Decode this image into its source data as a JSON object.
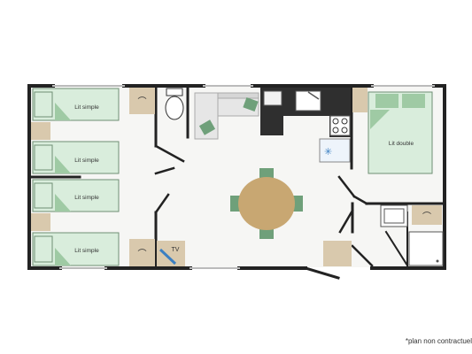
{
  "colors": {
    "floor": "#f6f6f4",
    "wall": "#222222",
    "bed_fill": "#d9eddc",
    "bed_stroke": "#6f8f74",
    "pillow": "#9fcaa4",
    "wardrobe": "#d9c9ad",
    "table": "#c8a772",
    "chair": "#6fa07a",
    "accent_blue": "#3b7fc2",
    "kitchen_dark": "#2f2f2f"
  },
  "beds": {
    "single_1": "Lit simple",
    "single_2": "Lit simple",
    "single_3": "Lit simple",
    "single_4": "Lit simple",
    "double": "Lit double"
  },
  "tv_label": "TV",
  "disclaimer": "*plan non contractuel"
}
